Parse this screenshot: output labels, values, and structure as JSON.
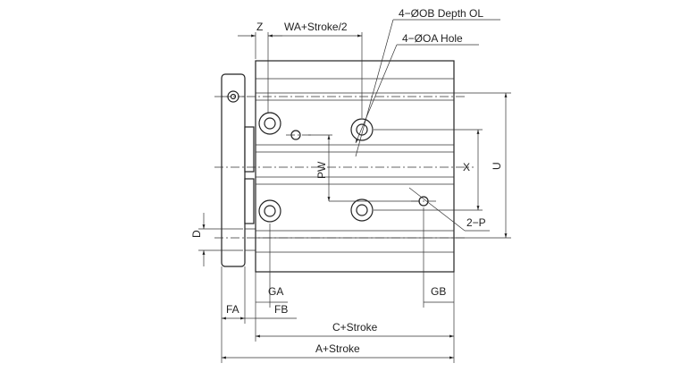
{
  "labels": {
    "z": "Z",
    "wa_stroke": "WA+Stroke/2",
    "ob_depth": "4−ØOB Depth OL",
    "oa_hole": "4−ØOA Hole",
    "pw": "PW",
    "x": "X",
    "u": "U",
    "d": "D",
    "two_p": "2−P",
    "ga": "GA",
    "gb": "GB",
    "fa": "FA",
    "fb": "FB",
    "c_stroke": "C+Stroke",
    "a_stroke": "A+Stroke"
  }
}
